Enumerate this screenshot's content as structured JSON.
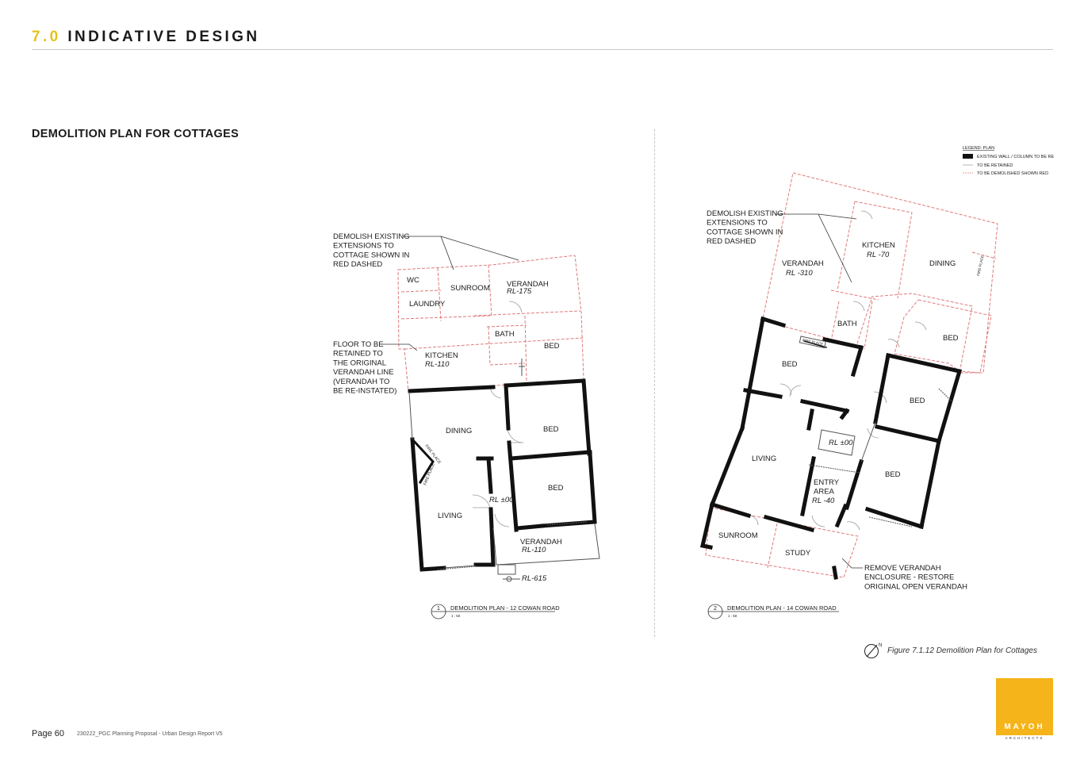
{
  "header": {
    "number": "7.0",
    "title": "INDICATIVE DESIGN"
  },
  "section_title": "DEMOLITION PLAN FOR COTTAGES",
  "plan1": {
    "note_demolish": [
      "DEMOLISH EXISTING",
      "EXTENSIONS TO",
      "COTTAGE SHOWN IN",
      "RED DASHED"
    ],
    "note_floor": [
      "FLOOR TO BE",
      "RETAINED TO",
      "THE ORIGINAL",
      "VERANDAH LINE",
      "(VERANDAH TO",
      "BE RE-INSTATED)"
    ],
    "rooms": {
      "wc": "WC",
      "laundry": "LAUNDRY",
      "sunroom": "SUNROOM",
      "verandah_top": "VERANDAH",
      "verandah_top_rl": "RL-175",
      "bath": "BATH",
      "bed_top": "BED",
      "kitchen": "KITCHEN",
      "kitchen_rl": "RL-110",
      "dining": "DINING",
      "bed_mid": "BED",
      "bed_low": "BED",
      "fireplace_1": "FIRE PLACE",
      "fireplace_2": "FIRE PLACE",
      "rl_zero": "RL ±00",
      "living": "LIVING",
      "verandah_bottom": "VERANDAH",
      "verandah_bottom_rl": "RL-110",
      "rl_615": "RL-615"
    },
    "title_number": "1",
    "title": "DEMOLITION PLAN - 12 COWAN ROAD",
    "scale": "1 : 50"
  },
  "plan2": {
    "legend": {
      "heading": "LEGEND: PLAN",
      "item1": "EXISTING WALL / COLUMN TO BE RE",
      "item2": "TO BE RETAINED",
      "item3": "TO BE DEMOLISHED SHOWN RED"
    },
    "note_demolish": [
      "DEMOLISH EXISTING",
      "EXTENSIONS TO",
      "COTTAGE SHOWN IN",
      "RED DASHED"
    ],
    "note_remove": [
      "REMOVE VERANDAH",
      "ENCLOSURE - RESTORE",
      "ORIGINAL OPEN VERANDAH"
    ],
    "rooms": {
      "kitchen": "KITCHEN",
      "kitchen_rl": "RL -70",
      "dining": "DINING",
      "verandah": "VERANDAH",
      "verandah_rl": "RL -310",
      "fireplace_top": "FIRE PLACE",
      "bath": "BATH",
      "bed_right_top": "BED",
      "fireplace_left": "FIRE PLACE",
      "bed_left": "BED",
      "bed_right_mid": "BED",
      "rl_zero": "RL ±00",
      "living": "LIVING",
      "bed_right_low": "BED",
      "entry_area": [
        "ENTRY",
        "AREA"
      ],
      "entry_rl": "RL -40",
      "sunroom": "SUNROOM",
      "study": "STUDY"
    },
    "title_number": "2",
    "title": "DEMOLITION PLAN -  14 COWAN ROAD",
    "scale": "1 : 50"
  },
  "north_label": "N",
  "figure_caption": "Figure 7.1.12 Demolition Plan for Cottages",
  "footer": {
    "page": "Page 60",
    "document": "230222_PGC Planning Proposal - Urban Design Report V5"
  },
  "logo": {
    "name": "MAYOH",
    "subtitle": "ARCHITECTS"
  },
  "colors": {
    "accent": "#e8c21a",
    "demolish_red": "#e07a7a",
    "wall": "#111111",
    "logo_bg": "#f4b41a"
  }
}
